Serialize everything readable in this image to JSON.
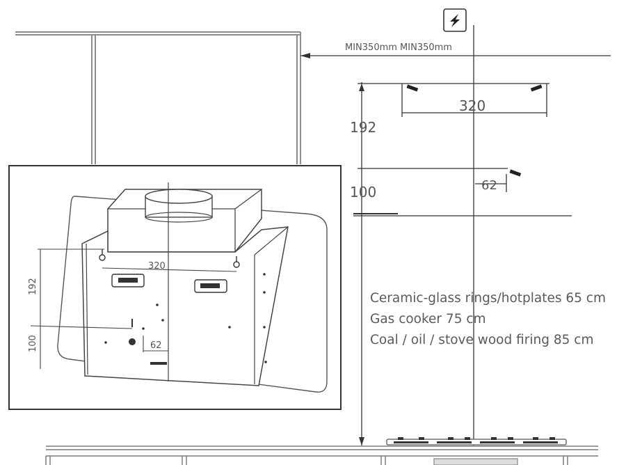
{
  "labels": {
    "min_clearance": "MIN350mm MIN350mm",
    "dim_320": "320",
    "dim_192": "192",
    "dim_100": "100",
    "dim_62": "62"
  },
  "inset_labels": {
    "dim_320": "320",
    "dim_192": "192",
    "dim_100": "100",
    "dim_62": "62"
  },
  "installation_heights": [
    "Ceramic-glass rings/hotplates 65 cm",
    "Gas cooker 75 cm",
    "Coal / oil / stove wood firing 85 cm"
  ],
  "icons": {
    "electrical": "power-socket-icon"
  }
}
